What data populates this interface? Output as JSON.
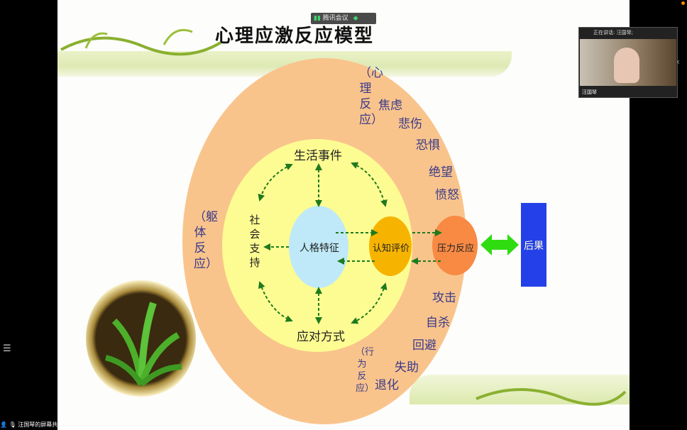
{
  "meeting": {
    "app_name": "腾讯会议",
    "speaking_label": "正在讲话: 汪国琴;",
    "participant_name": "汪国琴",
    "share_label": "汪国琴的屏幕共享"
  },
  "slide": {
    "title": "心理应激反应模型",
    "outer_labels": {
      "psych": "（心理反应）",
      "body": "（躯体反应）",
      "behavior": "（行为反应）"
    },
    "emotions": [
      "焦虑",
      "悲伤",
      "恐惧",
      "绝望",
      "愤怒"
    ],
    "behaviors": [
      "攻击",
      "自杀",
      "回避",
      "失助",
      "退化"
    ],
    "inner": {
      "life_events": "生活事件",
      "social_support": "社会支持",
      "coping": "应对方式",
      "personality": "人格特征"
    },
    "cognitive": "认知评价",
    "stress_response": "压力反应",
    "result": "后果"
  },
  "colors": {
    "outer": "#f9c48c",
    "inner": "#fdfc92",
    "personality": "#bfe9f8",
    "cognitive": "#f6b400",
    "stress": "#f88a44",
    "result": "#2440e8",
    "arrow": "#2fdc10"
  }
}
